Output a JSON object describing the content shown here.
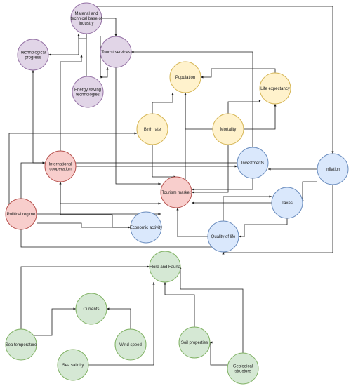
{
  "colors": {
    "purple": {
      "fill": "#e1d5e7",
      "stroke": "#9673a6"
    },
    "yellow": {
      "fill": "#fff2cc",
      "stroke": "#d6b656"
    },
    "red": {
      "fill": "#f8cecc",
      "stroke": "#b85450"
    },
    "blue": {
      "fill": "#dae8fc",
      "stroke": "#6c8ebf"
    },
    "green": {
      "fill": "#d5e8d4",
      "stroke": "#82b366"
    },
    "edge": "#1a1a1a"
  },
  "nodes": {
    "material": {
      "lines": [
        "Material and",
        "technical base of",
        "industry"
      ],
      "color": "purple"
    },
    "tourist_services": {
      "lines": [
        "Tourist services"
      ],
      "color": "purple"
    },
    "tech_progress": {
      "lines": [
        "Technological",
        "progress"
      ],
      "color": "purple"
    },
    "energy": {
      "lines": [
        "Energy saving",
        "technologies"
      ],
      "color": "purple"
    },
    "population": {
      "lines": [
        "Population"
      ],
      "color": "yellow"
    },
    "life_exp": {
      "lines": [
        "Life expectancy"
      ],
      "color": "yellow"
    },
    "birth_rate": {
      "lines": [
        "Birth rate"
      ],
      "color": "yellow"
    },
    "mortality": {
      "lines": [
        "Mortality"
      ],
      "color": "yellow"
    },
    "intl_coop": {
      "lines": [
        "International",
        "cooperation"
      ],
      "color": "red"
    },
    "tourism_market": {
      "lines": [
        "Tourism market"
      ],
      "color": "red"
    },
    "political": {
      "lines": [
        "Political regime"
      ],
      "color": "red"
    },
    "investments": {
      "lines": [
        "Investments"
      ],
      "color": "blue"
    },
    "inflation": {
      "lines": [
        "Inflation"
      ],
      "color": "blue"
    },
    "taxes": {
      "lines": [
        "Taxes"
      ],
      "color": "blue"
    },
    "economic": {
      "lines": [
        "Economic activity"
      ],
      "color": "blue"
    },
    "quality": {
      "lines": [
        "Quality of life"
      ],
      "color": "blue"
    },
    "flora": {
      "lines": [
        "Flora and Fauna"
      ],
      "color": "green"
    },
    "currents": {
      "lines": [
        "Currents"
      ],
      "color": "green"
    },
    "sea_temp": {
      "lines": [
        "Sea temperature"
      ],
      "color": "green"
    },
    "wind": {
      "lines": [
        "Wind speed"
      ],
      "color": "green"
    },
    "soil": {
      "lines": [
        "Soil properties"
      ],
      "color": "green"
    },
    "salinity": {
      "lines": [
        "Sea salinity"
      ],
      "color": "green"
    },
    "geological": {
      "lines": [
        "Geological",
        "structure"
      ],
      "color": "green"
    }
  }
}
